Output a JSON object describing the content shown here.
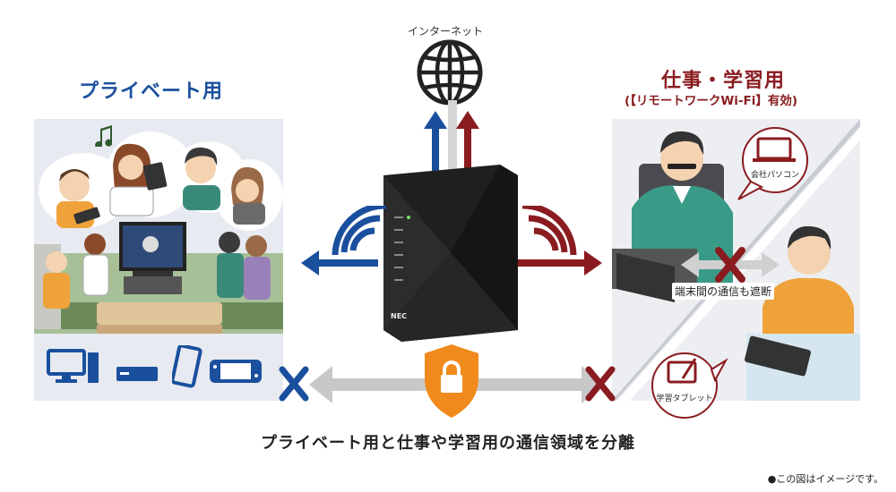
{
  "internet": {
    "label": "インターネット"
  },
  "private": {
    "title": "プライベート用"
  },
  "work": {
    "title": "仕事・学習用",
    "subtitle": "(【リモートワークWi-Fi】有効)"
  },
  "bubbles": {
    "pc": "会社パソコン",
    "tablet": "学習タブレット"
  },
  "block_label": "端末間の通信も遮断",
  "caption": "プライベート用と仕事や学習用の通信領域を分離",
  "note": "●この図はイメージです。",
  "router": {
    "brand": "NEC"
  },
  "colors": {
    "private_blue": "#1a4f9e",
    "work_red": "#8a1c20",
    "lock_orange": "#f08a1c",
    "gray_arrow": "#c8c8c8"
  },
  "icons": [
    "globe-icon",
    "monitor-desktop-icon",
    "set-top-box-icon",
    "smartphone-icon",
    "game-console-icon",
    "lock-icon",
    "wifi-icon",
    "cross-icon",
    "laptop-icon",
    "tablet-icon",
    "music-note-icon"
  ]
}
